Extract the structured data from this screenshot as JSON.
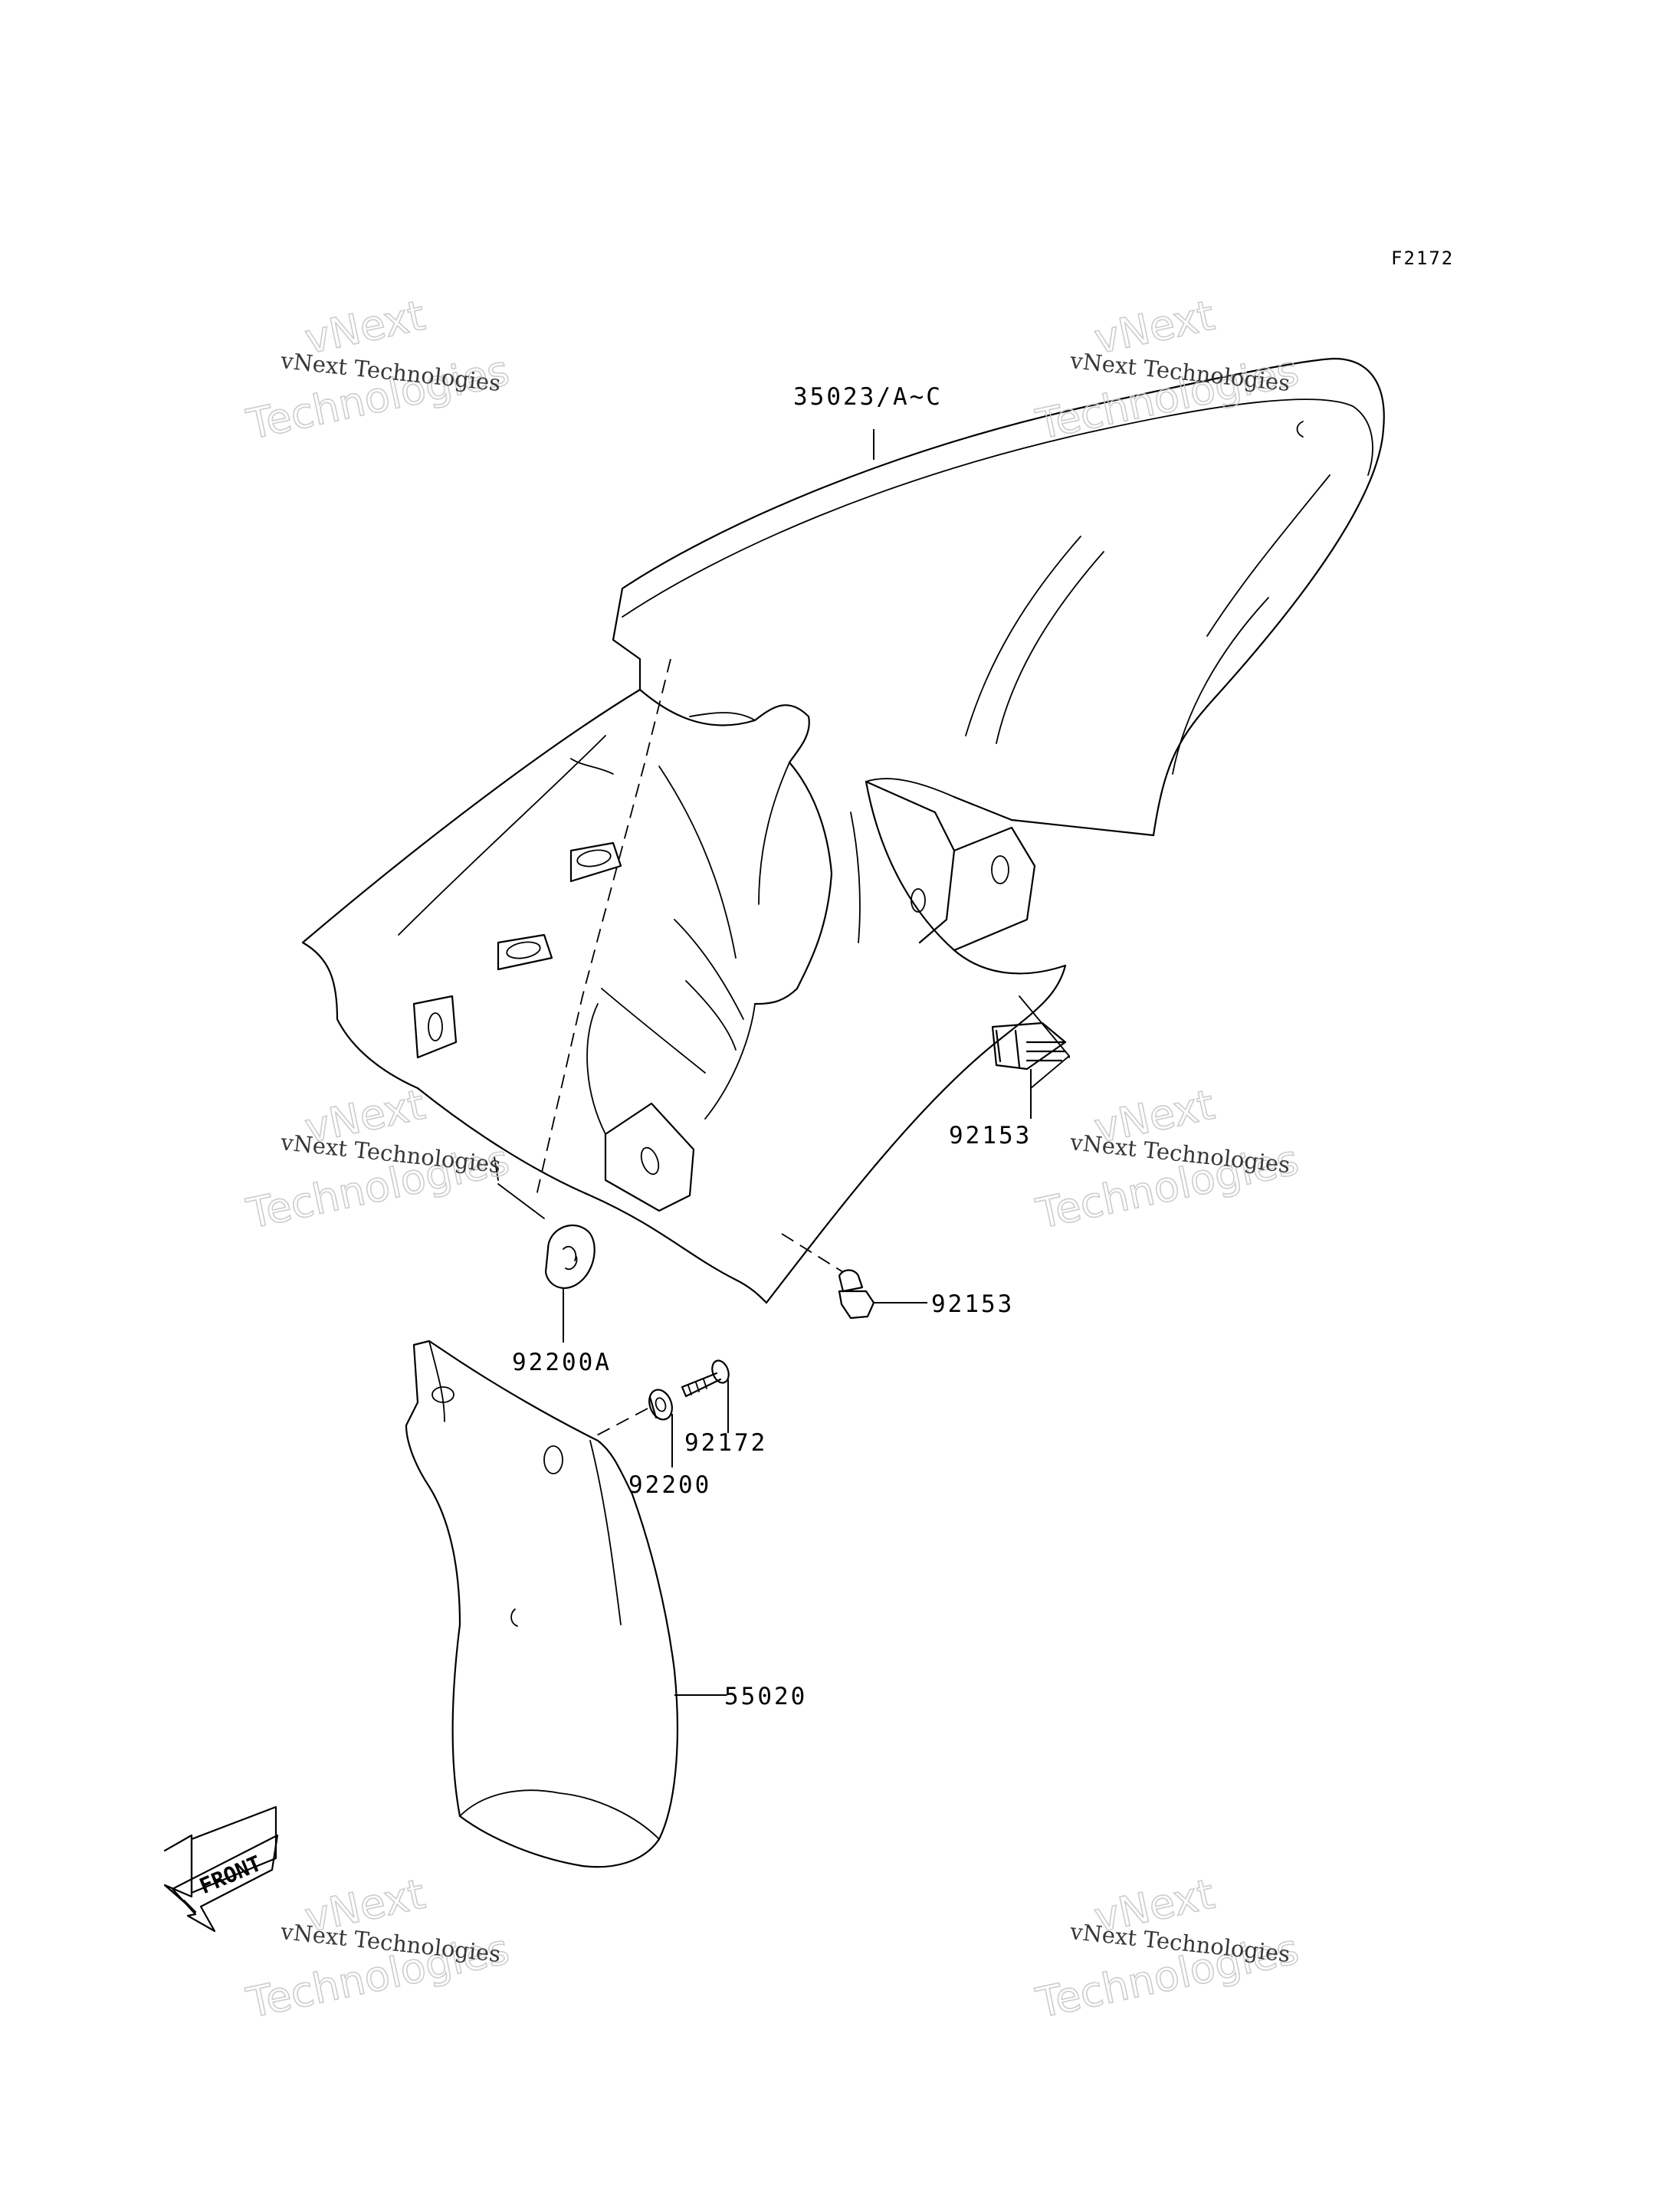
{
  "figure_code": "F2172",
  "part_labels": {
    "rear_fender": "35023/A~C",
    "bolt_upper": "92153",
    "bolt_lower": "92153",
    "damper": "92200A",
    "washer": "92200",
    "screw": "92172",
    "flap": "55020"
  },
  "front_marker": "FRONT",
  "watermark": {
    "line1": "vNext Technologies",
    "line2": "vNext",
    "line3": "Technologies"
  }
}
